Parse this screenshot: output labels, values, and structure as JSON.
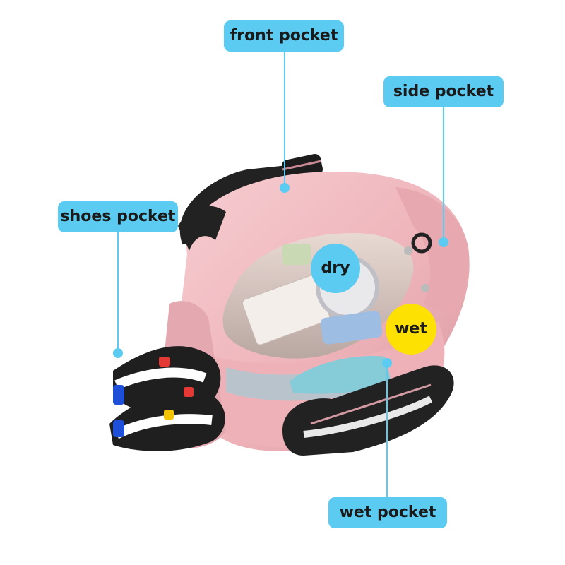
{
  "labels": {
    "front_pocket": "front pocket",
    "side_pocket": "side pocket",
    "shoes_pocket": "shoes pocket",
    "wet_pocket": "wet pocket",
    "dry": "dry",
    "wet": "wet"
  },
  "colors": {
    "callout_blue": "#5ccbf2",
    "wet_yellow": "#fde102",
    "bag_pink": "#f0b9bf",
    "leader_line": "#5ccbf2"
  }
}
